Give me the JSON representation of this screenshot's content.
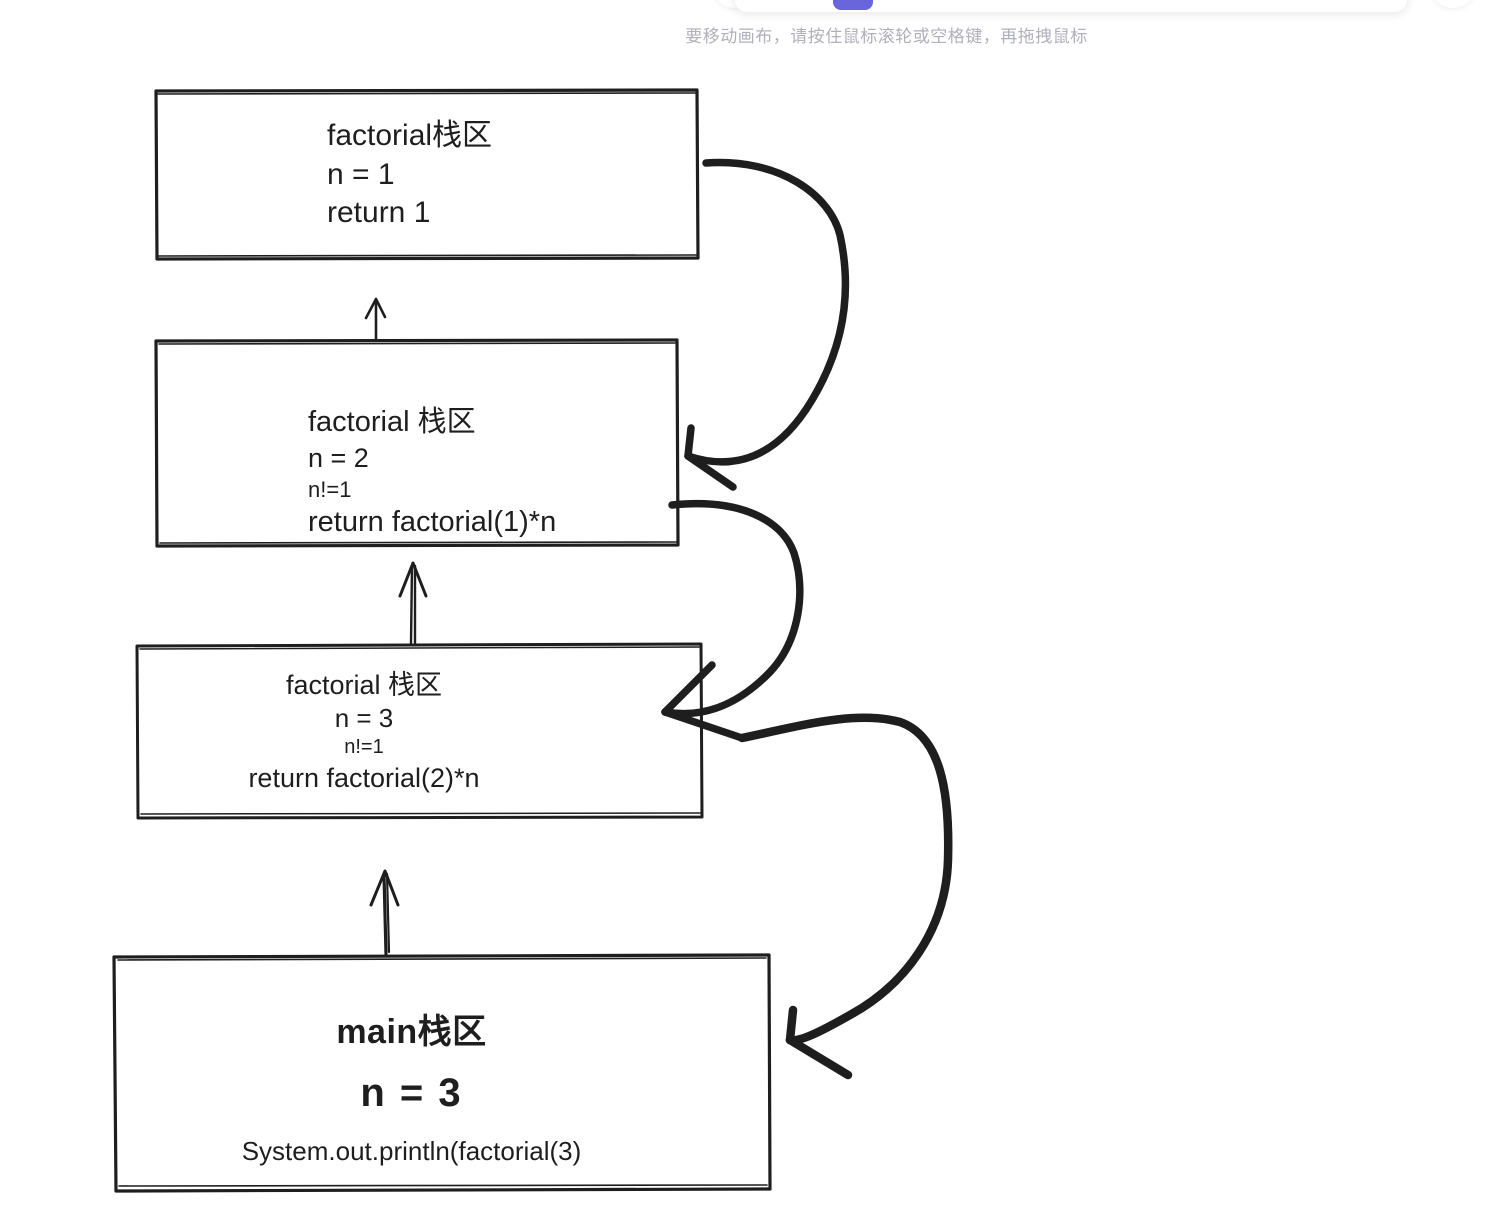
{
  "app": {
    "canvas_hint": "要移动画布，请按住鼠标滚轮或空格键，再拖拽鼠标"
  },
  "toolbar": {
    "items": [
      {
        "name": "lock-icon",
        "label": ""
      },
      {
        "name": "hand-icon",
        "label": ""
      },
      {
        "name": "selection-icon",
        "label": ""
      },
      {
        "name": "rectangle-icon",
        "label": ""
      },
      {
        "name": "diamond-icon",
        "label": ""
      },
      {
        "name": "ellipse-icon",
        "label": ""
      },
      {
        "name": "arrow-icon",
        "label": ""
      },
      {
        "name": "line-icon",
        "label": ""
      },
      {
        "name": "draw-icon",
        "label": ""
      },
      {
        "name": "text-icon",
        "label": ""
      },
      {
        "name": "image-icon",
        "label": ""
      },
      {
        "name": "eraser-icon",
        "label": ""
      },
      {
        "name": "more-tools-icon",
        "label": ""
      }
    ],
    "selected_index": 2,
    "accent_color": "#6965db"
  },
  "diagram": {
    "type": "call-stack-diagram",
    "stroke_color": "#1e1e1e",
    "background": "#ffffff",
    "boxes": [
      {
        "id": "stack-frame-factorial-1",
        "lines": [
          "factorial栈区",
          "n = 1",
          "return 1"
        ],
        "align": "left"
      },
      {
        "id": "stack-frame-factorial-2",
        "lines": [
          "factorial 栈区",
          "n = 2",
          "n!=1",
          "return factorial(1)*n"
        ],
        "align": "left"
      },
      {
        "id": "stack-frame-factorial-3",
        "lines": [
          "factorial 栈区",
          "n = 3",
          "n!=1",
          "return factorial(2)*n"
        ],
        "align": "center"
      },
      {
        "id": "stack-frame-main",
        "lines": [
          "main栈区",
          "n = 3",
          "System.out.println(factorial(3)"
        ],
        "align": "center"
      }
    ],
    "arrows": [
      {
        "id": "call-main-to-factorial3",
        "kind": "straight-up",
        "from": "stack-frame-main",
        "to": "stack-frame-factorial-3"
      },
      {
        "id": "call-factorial3-to-factorial2",
        "kind": "straight-up-double",
        "from": "stack-frame-factorial-3",
        "to": "stack-frame-factorial-2"
      },
      {
        "id": "call-factorial2-to-factorial1",
        "kind": "straight-up",
        "from": "stack-frame-factorial-2",
        "to": "stack-frame-factorial-1"
      },
      {
        "id": "return-factorial1-to-factorial2",
        "kind": "curved-right",
        "from": "stack-frame-factorial-1",
        "to": "stack-frame-factorial-2"
      },
      {
        "id": "return-factorial2-to-factorial3",
        "kind": "curved-right",
        "from": "stack-frame-factorial-2",
        "to": "stack-frame-factorial-3"
      },
      {
        "id": "return-factorial3-to-main",
        "kind": "curved-right",
        "from": "stack-frame-factorial-3",
        "to": "stack-frame-main"
      }
    ]
  }
}
